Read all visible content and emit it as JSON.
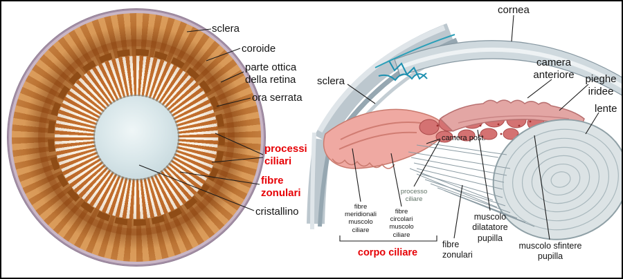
{
  "colors": {
    "label_red": "#e60005",
    "label_dark": "#141414",
    "processo_label_color": "#5f7265"
  },
  "left": {
    "labels": {
      "sclera": "sclera",
      "coroide": "coroide",
      "parte_ottica": "parte ottica\ndella retina",
      "ora_serrata": "ora serrata",
      "processi_ciliari": "processi\nciliari",
      "fibre_zonulari": "fibre\nzonulari",
      "cristallino": "cristallino"
    }
  },
  "right": {
    "labels": {
      "cornea": "cornea",
      "sclera": "sclera",
      "camera_anteriore": "camera\nanteriore",
      "pieghe_iridee": "pieghe\niridee",
      "lente": "lente",
      "camera_post": "camera post.",
      "processo_ciliare": "processo\nciliare",
      "fibre_meridionali": "fibre\nmeridionali\nmuscolo\nciliare",
      "fibre_circolari": "fibre\ncircolari\nmuscolo\nciliare",
      "muscolo_dilatatore": "muscolo\ndilatatore\npupilla",
      "fibre_zonulari": "fibre\nzonulari",
      "muscolo_sfintere": "muscolo sfintere\npupilla",
      "corpo_ciliare": "corpo ciliare"
    }
  }
}
